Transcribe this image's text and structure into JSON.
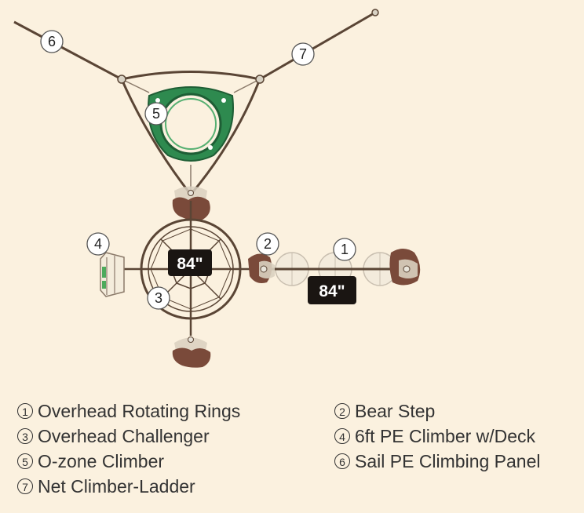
{
  "callouts": {
    "c1": "1",
    "c2": "2",
    "c3": "3",
    "c4": "4",
    "c5": "5",
    "c6": "6",
    "c7": "7"
  },
  "dimensions": {
    "overhead_challenger": "84\"",
    "overhead_rings": "84\""
  },
  "legend": [
    {
      "num": "1",
      "label": "Overhead Rotating Rings"
    },
    {
      "num": "2",
      "label": "Bear Step"
    },
    {
      "num": "3",
      "label": "Overhead Challenger"
    },
    {
      "num": "4",
      "label": "6ft PE Climber w/Deck"
    },
    {
      "num": "5",
      "label": "O-zone Climber"
    },
    {
      "num": "6",
      "label": "Sail PE Climbing Panel"
    },
    {
      "num": "7",
      "label": "Net Climber-Ladder"
    }
  ],
  "colors": {
    "background": "#fbf1df",
    "frame": "#5a4535",
    "climber_green": "#2e8a4f",
    "rock_brown": "#7a4a3a",
    "dimension_box": "#1a1512"
  }
}
